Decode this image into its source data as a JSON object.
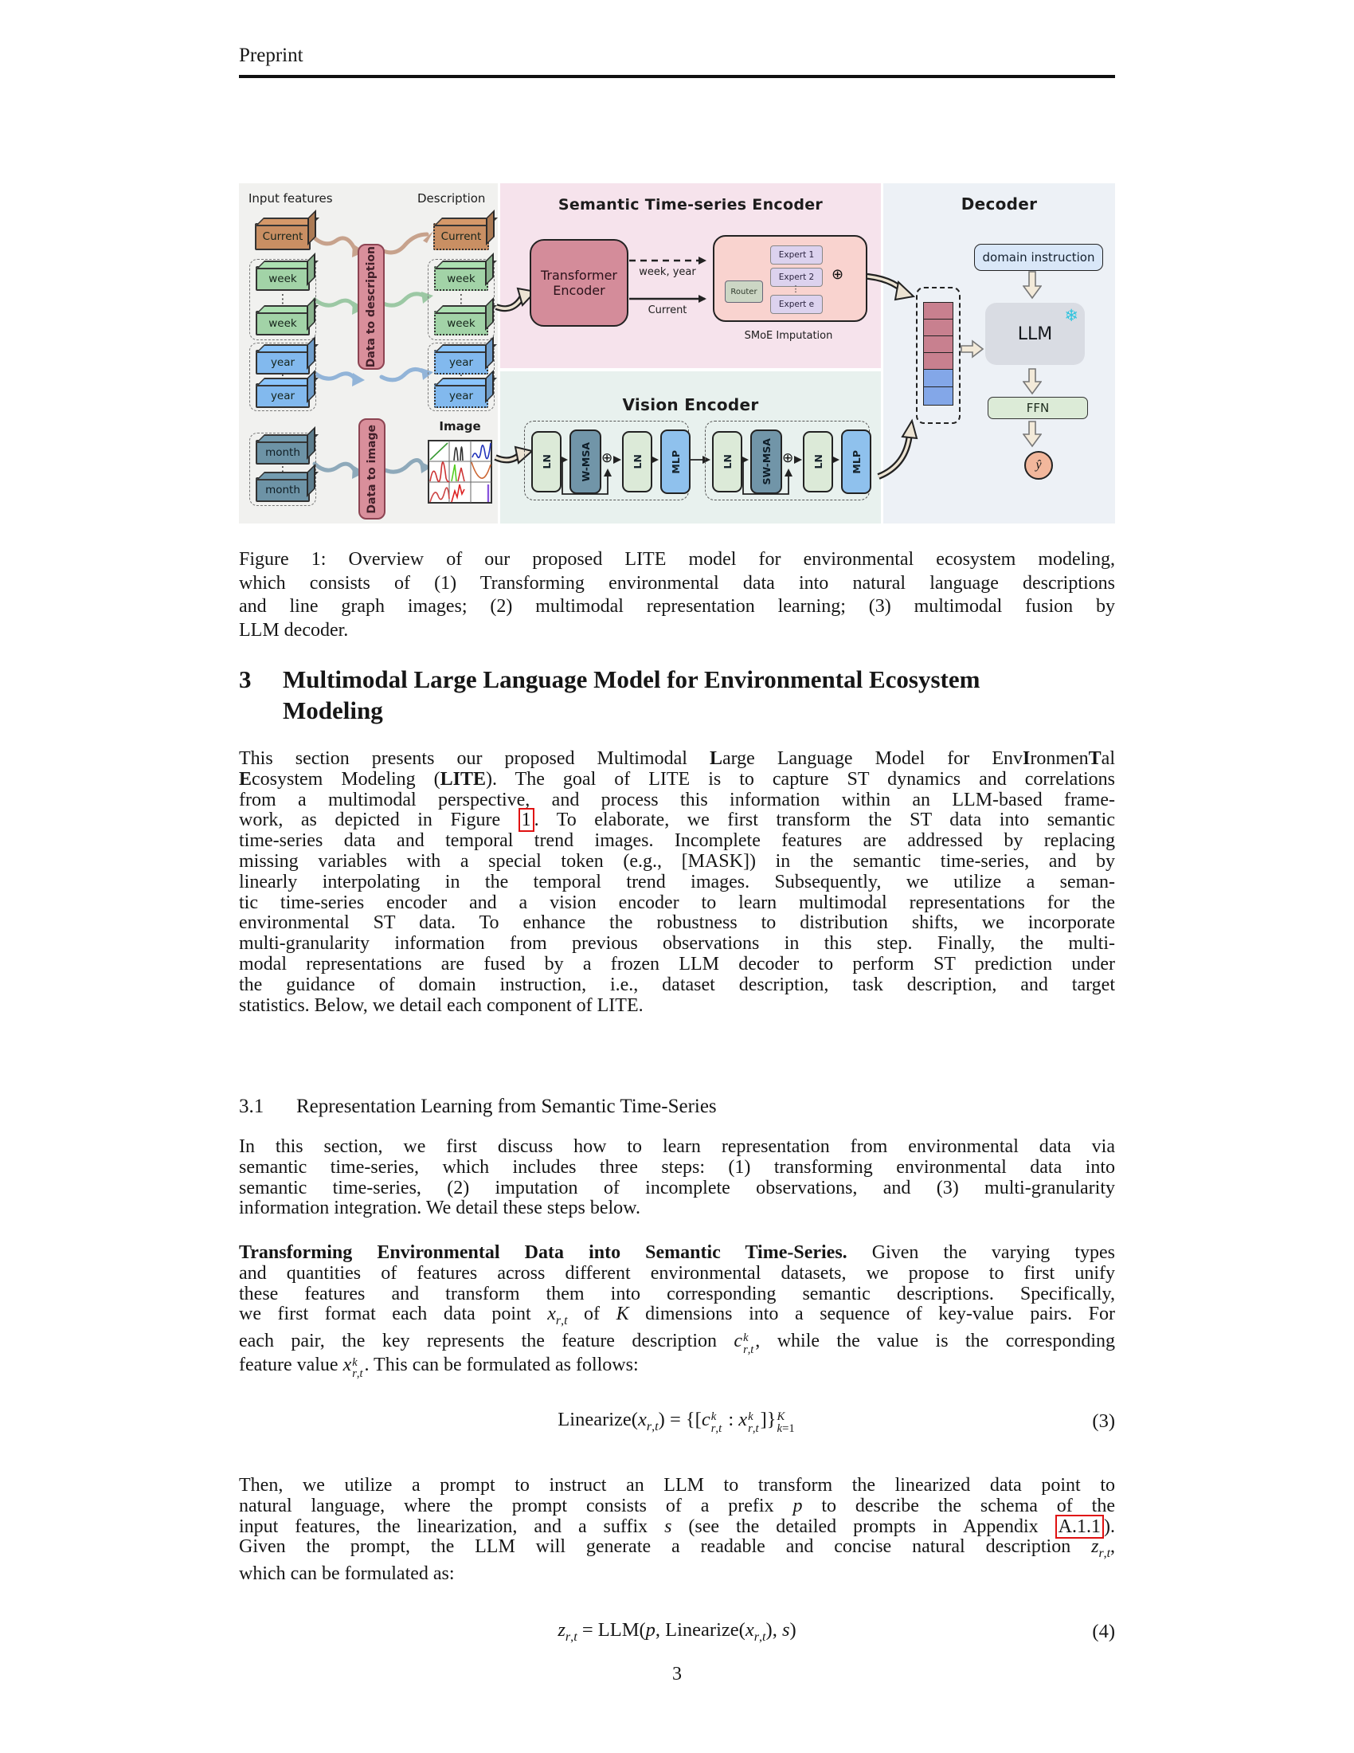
{
  "page": {
    "header": "Preprint",
    "page_number": "3"
  },
  "colors": {
    "panel_left": "#f1f1ef",
    "panel_encoder": "#f6e3ec",
    "panel_vision": "#e8f1ee",
    "panel_decoder": "#edf1f6",
    "current_box": "#c98f63",
    "week_box": "#a2d3a7",
    "year_box": "#82b9ee",
    "month_box": "#6d93a6",
    "pink_bar": "#d98f9b",
    "transformer": "#d48c9a",
    "smoe": "#f9d3cf",
    "expert": "#dcd2ee",
    "router": "#ccd6c4",
    "ln": "#dcead8",
    "msa": "#7195a8",
    "mlp": "#8fc1ed",
    "domain_instruction": "#d9e7f8",
    "llm": "#d9dce3",
    "ffn": "#dcebd7",
    "yhat": "#f2b79c",
    "token_pink": "#c8808f",
    "token_blue": "#83a7e8",
    "snowflake": "#2fc4de",
    "ref_link": "#e01111"
  },
  "figure": {
    "left_panel": {
      "input_features_label": "Input features",
      "description_label": "Description",
      "image_label": "Image",
      "data_to_description_label": "Data to description",
      "data_to_image_label": "Data to image",
      "current_label": "Current",
      "week_label": "week",
      "year_label": "year",
      "month_label": "month",
      "dots": "⋮"
    },
    "semantic_encoder": {
      "title": "Semantic Time-series Encoder",
      "transformer_line1": "Transformer",
      "transformer_line2": "Encoder",
      "dashed_arrow_label": "week, year",
      "solid_arrow_label": "Current",
      "router_label": "Router",
      "expert1": "Expert 1",
      "expert2": "Expert 2",
      "expert_dots": "⋮",
      "expert_e": "Expert e",
      "plus": "⊕",
      "caption": "SMoE Imputation"
    },
    "vision_encoder": {
      "title": "Vision Encoder",
      "block1": [
        "LN",
        "W-MSA",
        "LN",
        "MLP"
      ],
      "block2": [
        "LN",
        "SW-MSA",
        "LN",
        "MLP"
      ],
      "plus": "⊕"
    },
    "decoder": {
      "title": "Decoder",
      "domain_instruction": "domain instruction",
      "llm": "LLM",
      "ffn": "FFN",
      "y_hat": "ŷ",
      "snowflake": "❄"
    }
  },
  "caption": {
    "lines": [
      "Figure 1: Overview of our proposed LITE model for environmental ecosystem modeling,",
      "which consists of (1) Transforming environmental data into natural language descriptions",
      "and line graph images; (2) multimodal representation learning; (3) multimodal fusion by",
      "LLM decoder."
    ]
  },
  "section3": {
    "number": "3",
    "title_line1": "Multimodal Large Language Model for Environmental Ecosystem",
    "title_line2": "Modeling"
  },
  "para1": {
    "lines": [
      "This section presents our proposed Multimodal <b>L</b>arge Language Model for Env<b>I</b>ronmen<b>T</b>al",
      "<b>E</b>cosystem Modeling (<b>LITE</b>). The goal of LITE is to capture ST dynamics and correlations",
      "from a multimodal perspective, and process this information within an LLM-based frame-",
      "work, as depicted in Figure <span class='refbox' data-name='figure-1-link' data-interactable='true'>1</span>. To elaborate, we first transform the ST data into semantic",
      "time-series data and temporal trend images. Incomplete features are addressed by replacing",
      "missing variables with a special token (e.g., [MASK]) in the semantic time-series, and by",
      "linearly interpolating in the temporal trend images.  Subsequently, we utilize a seman-",
      "tic time-series encoder and a vision encoder to learn multimodal representations for the",
      "environmental ST data.  To enhance the robustness to distribution shifts, we incorporate",
      "multi-granularity information from previous observations in this step. Finally, the multi-",
      "modal representations are fused by a frozen LLM decoder to perform ST prediction under",
      "the guidance of domain instruction, i.e., dataset description, task description, and target",
      "statistics. Below, we detail each component of LITE."
    ]
  },
  "section31": {
    "number": "3.1",
    "title": "Representation Learning from Semantic Time-Series"
  },
  "para2": {
    "lines": [
      "In this section, we first discuss how to learn representation from environmental data via",
      "semantic time-series, which includes three steps: (1) transforming environmental data into",
      "semantic time-series, (2) imputation of incomplete observations, and (3) multi-granularity",
      "information integration. We detail these steps below."
    ]
  },
  "para3": {
    "lines": [
      "<b>Transforming Environmental Data into Semantic Time-Series.</b> Given the varying types",
      "and quantities of features across different environmental datasets, we propose to first unify",
      "these features and transform them into corresponding semantic descriptions. Specifically,",
      "we first format each data point <i>x</i><sub><i>r</i>,<i>t</i></sub> of <i>K</i> dimensions into a sequence of key-value pairs. For",
      "each pair, the key represents the feature description <i>c</i><span class='ss'><i>k</i><br><i>r</i>,<i>t</i></span>, while the value is the corresponding",
      "feature value <i>x</i><span class='ss'><i>k</i><br><i>r</i>,<i>t</i></span>. This can be formulated as follows:"
    ]
  },
  "eq3": {
    "body": "Linearize(<i>x</i><sub><i>r</i>,<i>t</i></sub>) = {[<i>c</i><span class='ss'><i>k</i><br><i>r</i>,<i>t</i></span> : <i>x</i><span class='ss'><i>k</i><br><i>r</i>,<i>t</i></span>]}<span class='ss'><i>K</i><br><i>k</i>=1</span>",
    "number": "(3)"
  },
  "para4": {
    "lines": [
      "Then, we utilize a prompt to instruct an LLM to transform the linearized data point to",
      "natural language, where the prompt consists of a prefix <i>p</i> to describe the schema of the",
      "input features, the linearization, and a suffix <i>s</i> (see the detailed prompts in Appendix <span class='refbox' data-name='appendix-a11-link' data-interactable='true'>A.1.1</span>).",
      "Given the prompt, the LLM will generate a readable and concise natural description <i>z</i><sub><i>r</i>,<i>t</i></sub>,",
      "which can be formulated as:"
    ]
  },
  "eq4": {
    "body": "<i>z</i><sub><i>r</i>,<i>t</i></sub> = LLM(<i>p</i>, Linearize(<i>x</i><sub><i>r</i>,<i>t</i></sub>), <i>s</i>)",
    "number": "(4)"
  }
}
